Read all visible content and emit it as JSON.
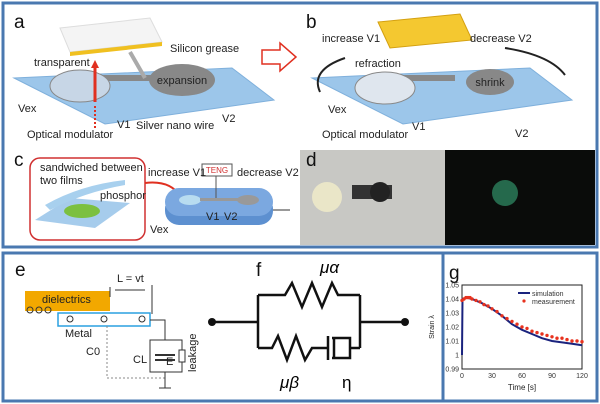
{
  "panels": {
    "a": {
      "label": "a",
      "transparent": "transparent",
      "silicon_grease": "Silicon grease",
      "expansion": "expansion",
      "vex": "Vex",
      "optical_modulator": "Optical modulator",
      "v1": "V1",
      "silver_nano_wire": "Silver nano wire",
      "v2": "V2"
    },
    "b": {
      "label": "b",
      "increase_v1": "increase V1",
      "decrease_v2": "decrease V2",
      "refraction": "refraction",
      "shrink": "shrink",
      "vex": "Vex",
      "optical_modulator": "Optical modulator",
      "v1": "V1",
      "v2": "V2"
    },
    "c": {
      "label": "c",
      "sandwiched_line1": "sandwiched between",
      "sandwiched_line2": "two films",
      "phosphor": "phosphor",
      "teng": "TENG",
      "increase_v1": "increase V1",
      "decrease_v2": "decrease V2",
      "v1": "V1",
      "v2": "V2",
      "vex": "Vex"
    },
    "d": {
      "label": "d"
    },
    "e": {
      "label": "e",
      "dielectrics": "dielectrics",
      "metal": "Metal",
      "l_eq": "L = vt",
      "c0": "C0",
      "cl": "CL",
      "e_field": "E",
      "leakage": "leakage"
    },
    "f": {
      "label": "f",
      "mu_alpha": "μα",
      "mu_beta": "μβ",
      "eta": "η"
    },
    "g": {
      "label": "g"
    }
  },
  "colors": {
    "border": "#4a78b0",
    "plane": "#9cc6ea",
    "accent_red": "#e03020",
    "dielectric": "#f2a800",
    "sim": "#1a237e",
    "meas": "#e8321e"
  },
  "chart_data": {
    "type": "line",
    "xlabel": "Time [s]",
    "ylabel": "Strain λ",
    "xlim": [
      0,
      120
    ],
    "ylim": [
      0.99,
      1.05
    ],
    "xticks": [
      "0",
      "30",
      "60",
      "90",
      "120"
    ],
    "yticks": [
      "0.99",
      "1",
      "1.01",
      "1.02",
      "1.03",
      "1.04",
      "1.05"
    ],
    "legend_placement": "top-right",
    "series": [
      {
        "name": "simulation",
        "style": "line",
        "x": [
          0,
          0.5,
          5,
          10,
          20,
          30,
          40,
          50,
          60,
          70,
          80,
          90,
          100,
          110,
          120
        ],
        "y": [
          1.0,
          1.04,
          1.041,
          1.04,
          1.037,
          1.033,
          1.028,
          1.022,
          1.018,
          1.015,
          1.012,
          1.01,
          1.009,
          1.008,
          1.007
        ]
      },
      {
        "name": "measurement",
        "style": "markers",
        "x": [
          0,
          2,
          4,
          6,
          8,
          10,
          14,
          18,
          22,
          26,
          30,
          35,
          40,
          45,
          50,
          55,
          60,
          65,
          70,
          75,
          80,
          85,
          90,
          95,
          100,
          105,
          110,
          115,
          120
        ],
        "y": [
          1.039,
          1.04,
          1.041,
          1.041,
          1.041,
          1.04,
          1.039,
          1.038,
          1.036,
          1.035,
          1.033,
          1.031,
          1.028,
          1.026,
          1.024,
          1.022,
          1.02,
          1.019,
          1.017,
          1.016,
          1.015,
          1.014,
          1.013,
          1.012,
          1.012,
          1.011,
          1.01,
          1.01,
          1.0095
        ]
      }
    ]
  }
}
